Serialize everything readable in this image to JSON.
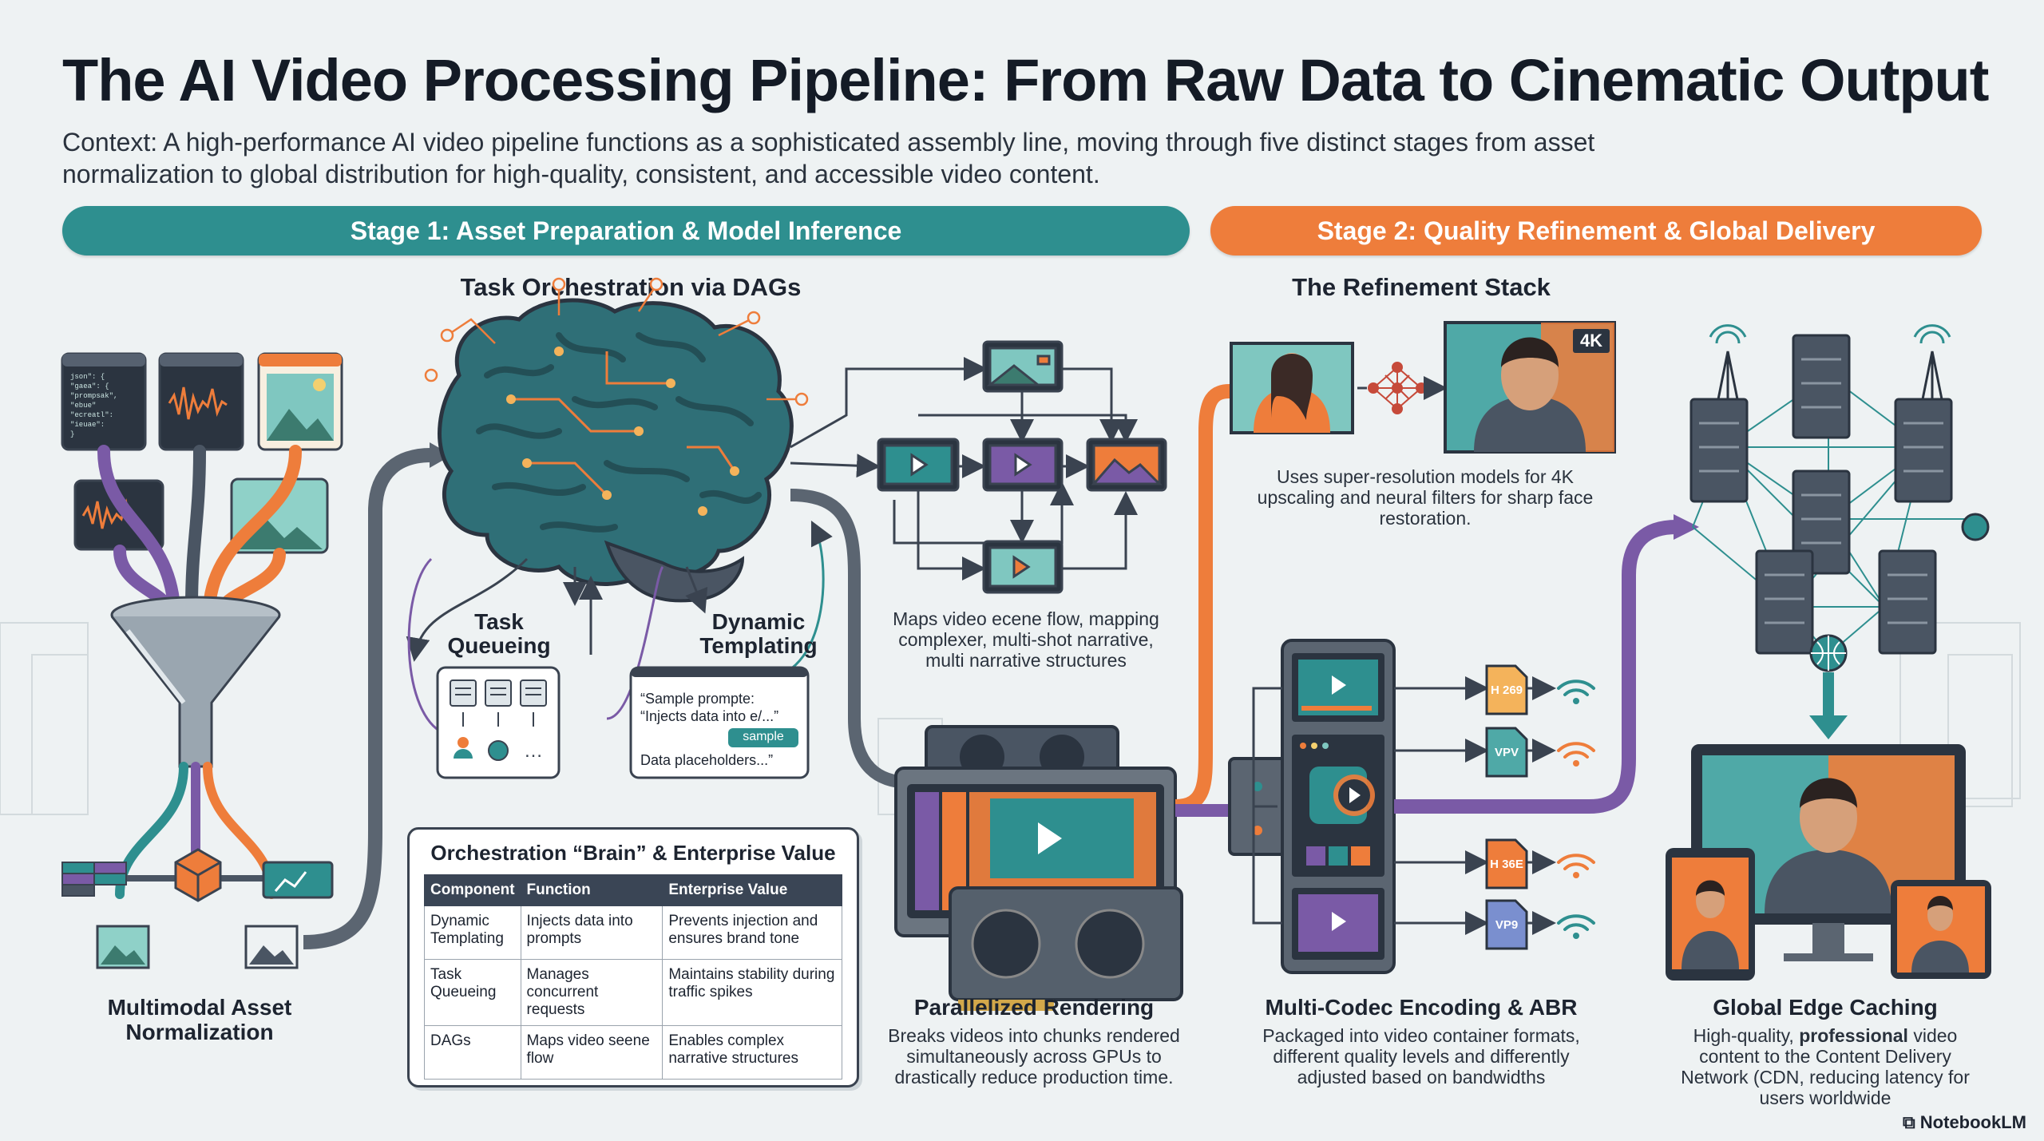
{
  "title": "The AI Video Processing Pipeline: From Raw Data to Cinematic Output",
  "context": "Context: A high-performance AI video pipeline functions as a sophisticated assembly line, moving through five distinct stages from asset normalization to global distribution for high-quality, consistent, and accessible video content.",
  "stages": [
    {
      "label": "Stage 1: Asset Preparation & Model Inference",
      "color": "#2e8f8f"
    },
    {
      "label": "Stage 2: Quality Refinement & Global Delivery",
      "color": "#ee7d3b"
    }
  ],
  "sections": {
    "dags_heading": "Task Orchestration via DAGs",
    "refinement_heading": "The Refinement Stack",
    "task_queueing": "Task Queueing",
    "dynamic_templating": "Dynamic Templating",
    "template_card": {
      "line1": "“Sample prompte:",
      "line2": "“Injects data into e/...”",
      "chip": "sample",
      "line3": "Data placeholders...”"
    },
    "dag_caption": "Maps video ecene flow, mapping complexer, multi-shot narrative, multi narrative structures",
    "refinement_caption": "Uses super-resolution models for 4K upscaling and neural filters for sharp face restoration.",
    "badge_4k": "4K",
    "code_snippet": [
      "json\": {",
      "\"gaea\": {",
      "\"prompsak\",",
      "\"ebue\"",
      "\"ecreatl\":",
      "\"ieuae\":",
      "}"
    ]
  },
  "table": {
    "title": "Orchestration “Brain” & Enterprise Value",
    "headers": [
      "Component",
      "Function",
      "Enterprise Value"
    ],
    "rows": [
      [
        "Dynamic Templating",
        "Injects data into prompts",
        "Prevents injection and ensures brand tone"
      ],
      [
        "Task Queueing",
        "Manages concurrent requests",
        "Maintains stability during traffic spikes"
      ],
      [
        "DAGs",
        "Maps video seene flow",
        "Enables complex narrative structures"
      ]
    ]
  },
  "codecs": [
    "H 269",
    "VPV",
    "H 36E",
    "VP9"
  ],
  "bottom": [
    {
      "title": "Multimodal Asset Normalization",
      "caption": ""
    },
    {
      "title": "Parallelized Rendering",
      "caption": "Breaks videos into chunks rendered simultaneously across GPUs to drastically reduce production time."
    },
    {
      "title": "Multi-Codec Encoding & ABR",
      "caption": "Packaged into video container formats, different quality levels and differently adjusted based on bandwidths"
    },
    {
      "title": "Global Edge Caching",
      "caption_pre": "High-quality, ",
      "caption_bold": "professional",
      "caption_post": " video content to the Content Delivery Network (CDN, reducing latency for users worldwide"
    }
  ],
  "brand": "NotebookLM",
  "colors": {
    "teal": "#2e8f8f",
    "orange": "#ee7d3b",
    "purple": "#7a5aa6",
    "slate": "#4a5563"
  }
}
